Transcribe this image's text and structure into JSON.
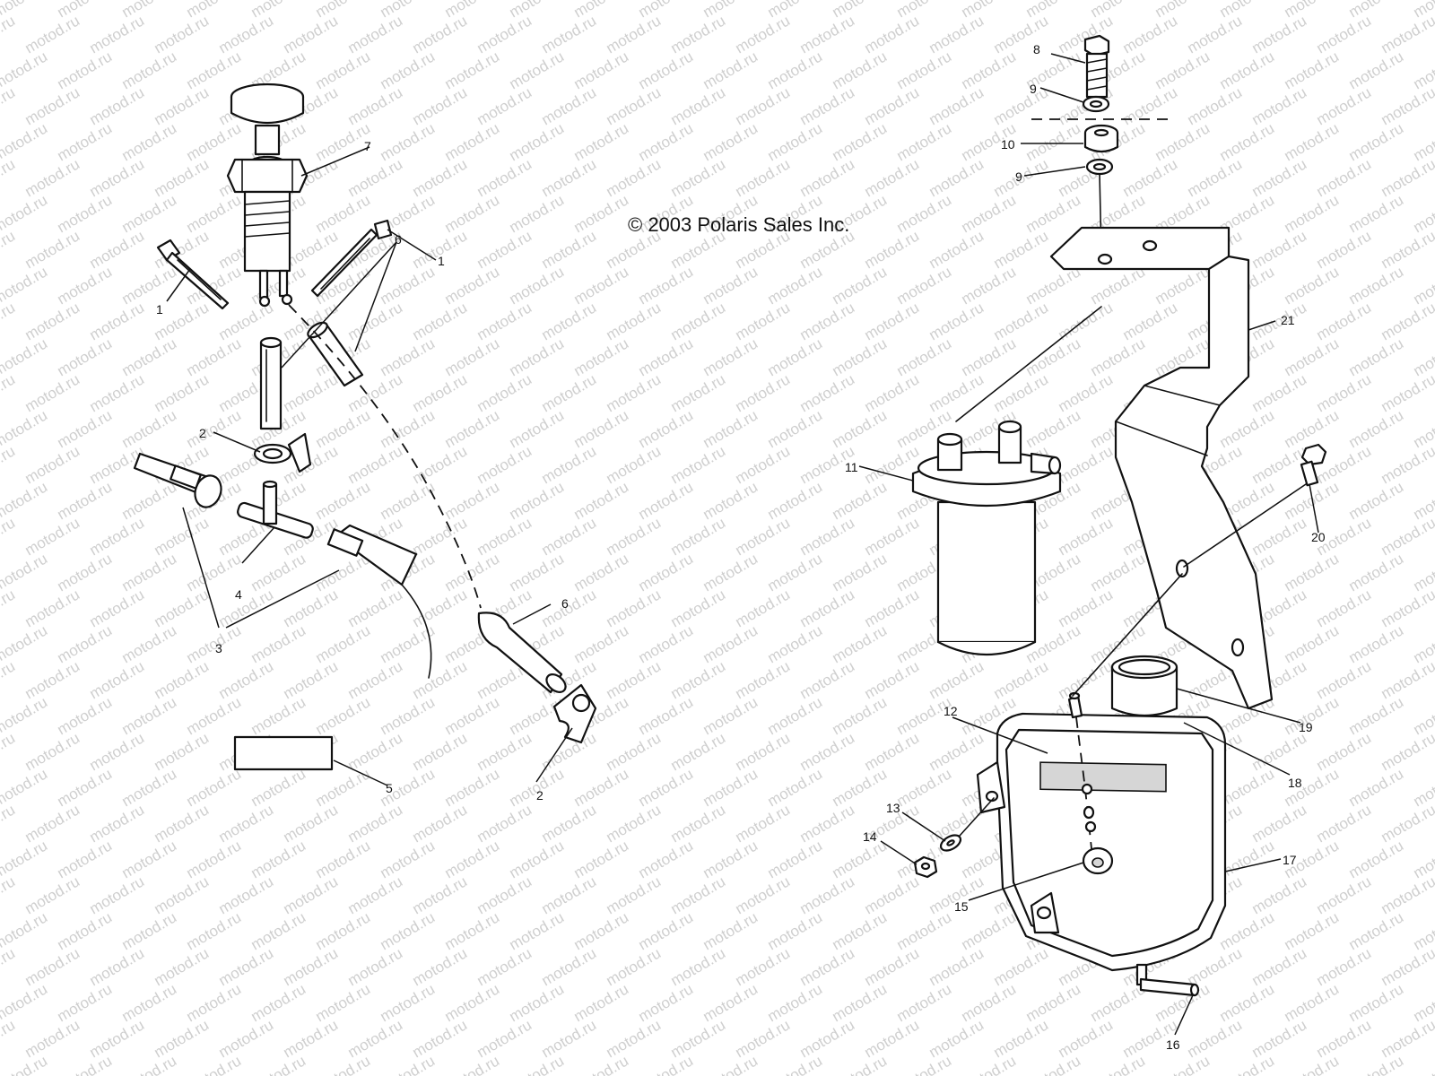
{
  "copyright": "© 2003 Polaris Sales Inc.",
  "watermark": "motod.ru",
  "colors": {
    "line": "#111111",
    "watermark": "#cfcfcf",
    "background": "#ffffff"
  },
  "callouts": {
    "c1a": "1",
    "c1b": "1",
    "c2a": "2",
    "c2b": "2",
    "c3": "3",
    "c4": "4",
    "c5": "5",
    "c6a": "6",
    "c6b": "6",
    "c7": "7",
    "c8": "8",
    "c9a": "9",
    "c9b": "9",
    "c10": "10",
    "c11": "11",
    "c12": "12",
    "c13": "13",
    "c14": "14",
    "c15": "15",
    "c16": "16",
    "c17": "17",
    "c18": "18",
    "c19": "19",
    "c20": "20",
    "c21": "21"
  }
}
